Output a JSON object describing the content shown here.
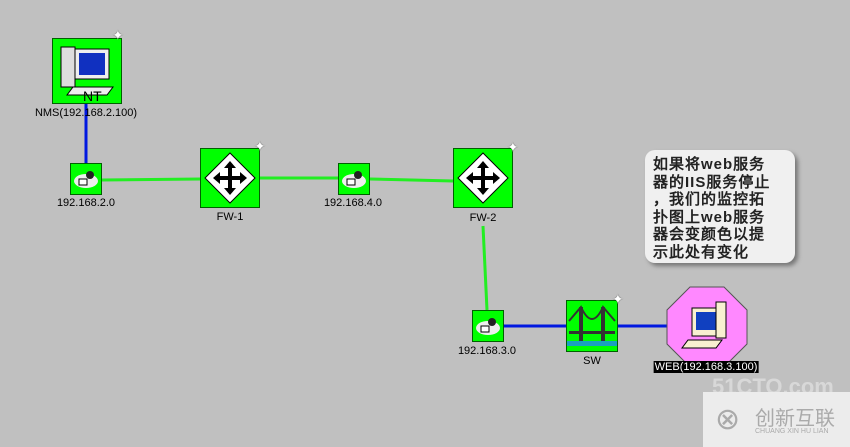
{
  "nodes": {
    "nms": "NMS(192.168.2.100)",
    "nms_badge": "NT",
    "net2": "192.168.2.0",
    "fw1": "FW-1",
    "net4": "192.168.4.0",
    "fw2": "FW-2",
    "net3": "192.168.3.0",
    "sw": "SW",
    "web": "WEB(192.168.3.100)"
  },
  "note": "如果将web服务\n器的IIS服务停止\n，我们的监控拓\n扑图上web服务\n器会变颜色以提\n示此处有变化",
  "watermark": {
    "top": "51CTO.com",
    "brand": "创新互联",
    "sub": "CHUANG XIN HU LIAN"
  },
  "colors": {
    "up": "#00ff00",
    "down": "#ff88ff",
    "link_green": "#22ee22",
    "link_blue": "#0018e0"
  }
}
